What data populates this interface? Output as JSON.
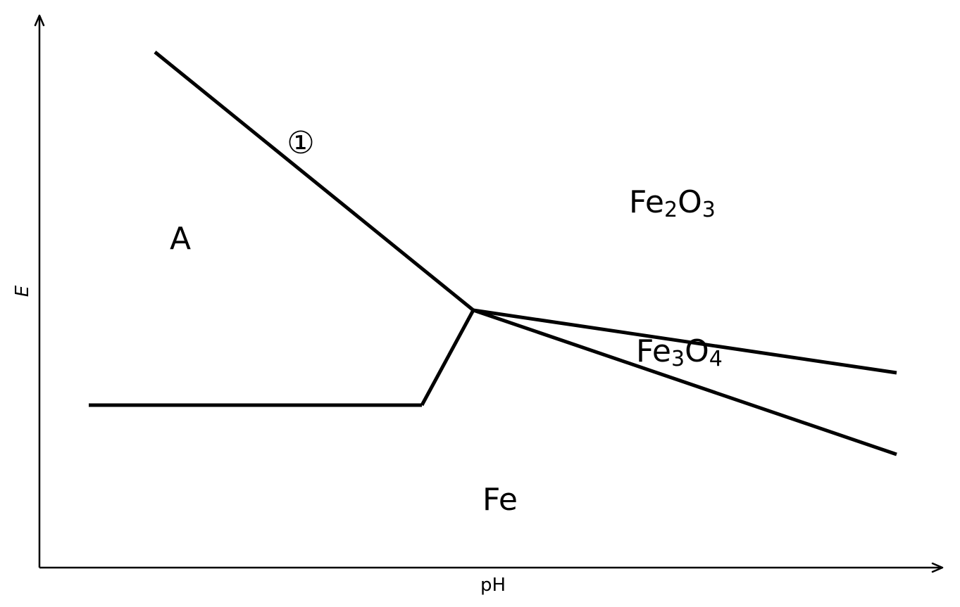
{
  "axes": {
    "x_label": "pH",
    "y_label": "E"
  },
  "lines": [
    {
      "id": "line-1",
      "label": "①"
    },
    {
      "id": "fe-horizontal"
    },
    {
      "id": "fe-short-rise"
    },
    {
      "id": "fe3o4-upper"
    },
    {
      "id": "fe3o4-lower"
    }
  ],
  "regions": {
    "a": {
      "text": "A"
    },
    "fe2o3": {
      "base1": "Fe",
      "sub1": "2",
      "base2": "O",
      "sub2": "3"
    },
    "fe3o4": {
      "base1": "Fe",
      "sub1": "3",
      "base2": "O",
      "sub2": "4"
    },
    "fe": {
      "text": "Fe"
    }
  },
  "colors": {
    "stroke": "#000000",
    "background": "#ffffff"
  }
}
